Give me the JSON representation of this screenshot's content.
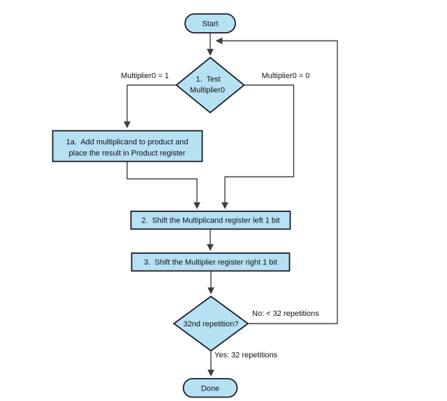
{
  "colors": {
    "node_fill": "#b6e1f3",
    "node_border": "#1b1b26",
    "line": "#3d3d44",
    "text": "#101014"
  },
  "nodes": {
    "start": {
      "label": "Start"
    },
    "test": {
      "line1": "1.  Test",
      "line2": "Multiplier0"
    },
    "box1a": {
      "line1": "1a.  Add multiplicand to product and",
      "line2": "place the result in Product register"
    },
    "box2": {
      "label": "2.  Shift the Multiplicand register left 1 bit"
    },
    "box3": {
      "label": "3.  Shift the Multiplier register right 1 bit"
    },
    "repeat": {
      "label": "32nd repetition?"
    },
    "done": {
      "label": "Done"
    }
  },
  "edge_labels": {
    "multiplier0_eq_1": "Multiplier0 = 1",
    "multiplier0_eq_0": "Multiplier0 = 0",
    "no": "No: < 32 repetitions",
    "yes": "Yes: 32 repetitions"
  }
}
